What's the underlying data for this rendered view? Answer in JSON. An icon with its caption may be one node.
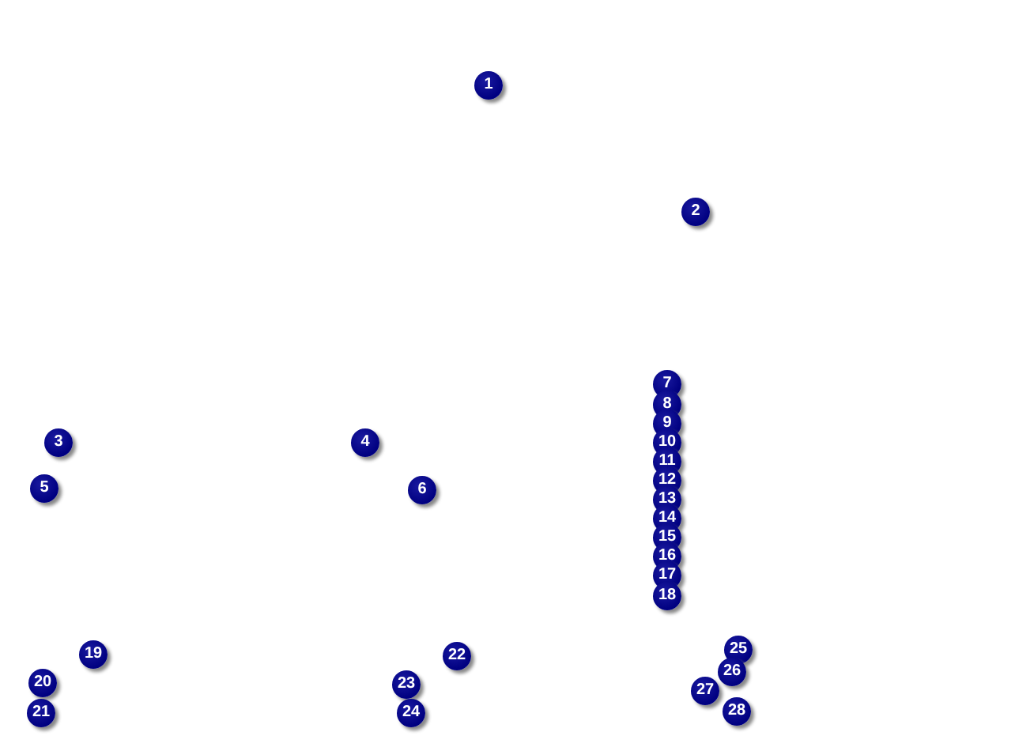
{
  "diagram": {
    "labels": [
      "1",
      "2",
      "3",
      "4",
      "5",
      "6",
      "7",
      "8",
      "9",
      "10",
      "11",
      "12",
      "13",
      "14",
      "15",
      "16",
      "17",
      "18",
      "19",
      "20",
      "21",
      "22",
      "23",
      "24",
      "25",
      "26",
      "27",
      "28"
    ]
  }
}
